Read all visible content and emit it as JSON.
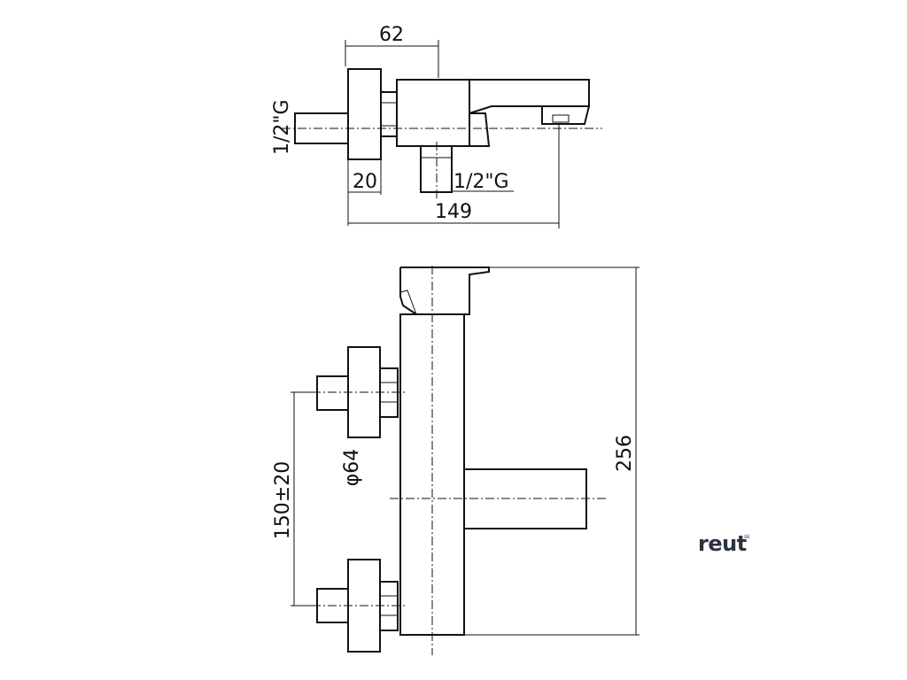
{
  "dimensions": {
    "top_width": "62",
    "inlet_thread_side": "1/2\"G",
    "flange_thickness": "20",
    "outlet_thread": "1/2\"G",
    "total_depth": "149",
    "height": "256",
    "flange_diameter": "φ64",
    "inlet_spacing": "150±20"
  },
  "logo": {
    "text": "reut",
    "superscript": "sk"
  }
}
